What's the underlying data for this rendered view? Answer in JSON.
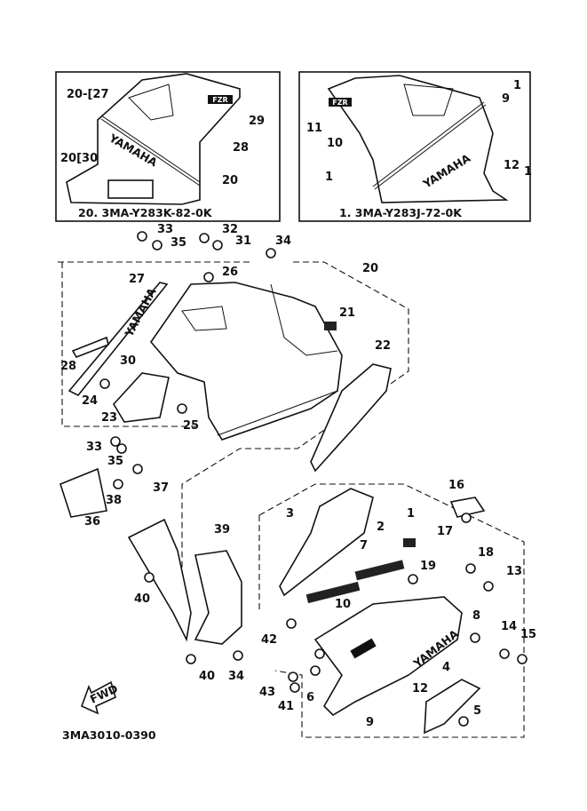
{
  "inset_left": {
    "caption": "20. 3MA-Y283K-82-0K",
    "callouts": [
      "20-[27",
      "20[30",
      "28",
      "29",
      "20"
    ],
    "logo_text": "YAMAHA",
    "badge_text": "FZR"
  },
  "inset_right": {
    "caption": "1. 3MA-Y283J-72-0K",
    "callouts": [
      "11",
      "10",
      "1",
      "9",
      "1",
      "12",
      "1"
    ],
    "logo_text": "YAMAHA",
    "badge_text": "FZR"
  },
  "callouts": [
    "33",
    "35",
    "32",
    "31",
    "34",
    "26",
    "20",
    "27",
    "21",
    "22",
    "28",
    "30",
    "24",
    "23",
    "25",
    "33",
    "35",
    "37",
    "38",
    "36",
    "39",
    "16",
    "17",
    "1",
    "3",
    "2",
    "7",
    "18",
    "13",
    "19",
    "40",
    "10",
    "42",
    "8",
    "14",
    "15",
    "40",
    "34",
    "43",
    "41",
    "6",
    "12",
    "4",
    "9",
    "5"
  ],
  "decal_text": "YAMAHA",
  "fwd_label": "FWD",
  "diagram_code": "3MA3010-0390"
}
